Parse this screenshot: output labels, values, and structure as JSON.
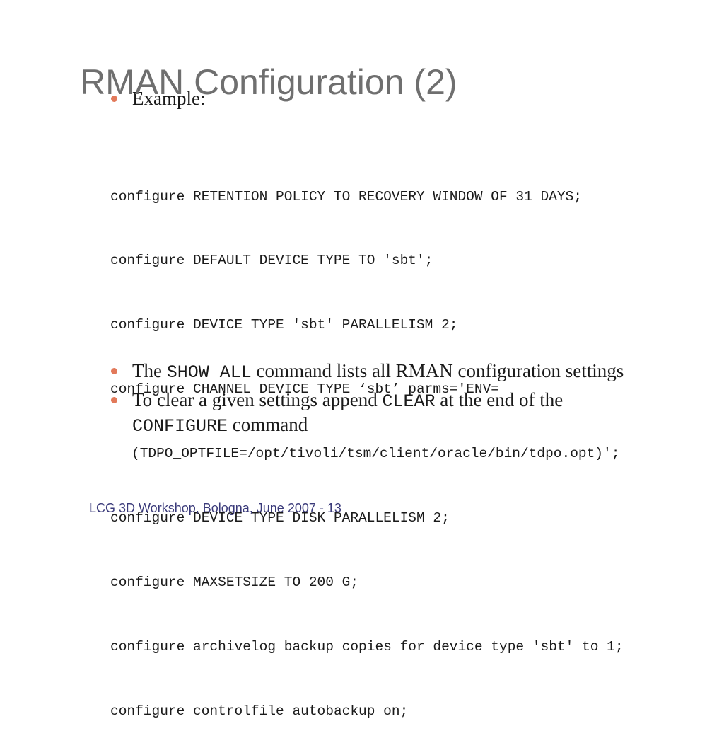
{
  "slide": {
    "title": "RMAN Configuration (2)",
    "example_label": "Example:",
    "code_lines": [
      "configure RETENTION POLICY TO RECOVERY WINDOW OF 31 DAYS;",
      "configure DEFAULT DEVICE TYPE TO 'sbt';",
      "configure DEVICE TYPE 'sbt' PARALLELISM 2;",
      "configure CHANNEL DEVICE TYPE ‘sbt’ parms='ENV=",
      "(TDPO_OPTFILE=/opt/tivoli/tsm/client/oracle/bin/tdpo.opt)';",
      "configure DEVICE TYPE DISK PARALLELISM 2;",
      "configure MAXSETSIZE TO 200 G;",
      "configure archivelog backup copies for device type 'sbt' to 1;",
      "configure controlfile autobackup on;"
    ],
    "bullet_show": {
      "prefix": "The ",
      "code": "SHOW ALL",
      "suffix": " command lists all RMAN configuration settings"
    },
    "bullet_clear": {
      "prefix": "To clear a given settings append ",
      "code": "CLEAR",
      "middle": " at the end of the",
      "code2": "CONFIGURE",
      "suffix": " command"
    },
    "footer": "LCG 3D Workshop, Bologna, June 2007 - 13"
  },
  "colors": {
    "bullet": "#e2795a",
    "title": "#6f6f6f",
    "footer": "#3a3a7a"
  }
}
